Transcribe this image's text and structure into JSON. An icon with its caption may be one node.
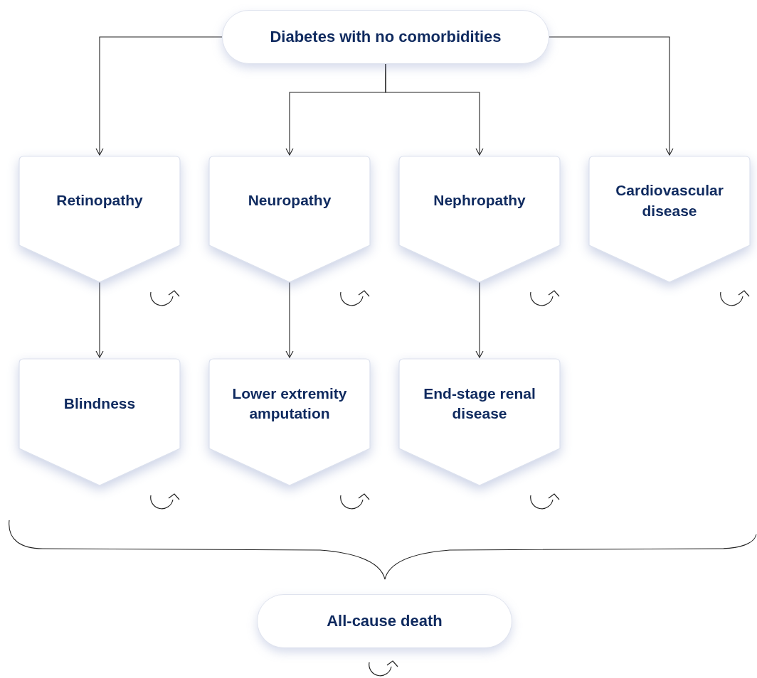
{
  "diagram": {
    "nodes": [
      {
        "text": [
          "Diabetes with no comorbidities"
        ]
      },
      {
        "text": [
          "Retinopathy"
        ]
      },
      {
        "text": [
          "Neuropathy"
        ]
      },
      {
        "text": [
          "Nephropathy"
        ]
      },
      {
        "text": [
          "Cardiovascular disease"
        ]
      },
      {
        "text": [
          "Blindness"
        ]
      },
      {
        "text": [
          "Lower extremity amputation"
        ]
      },
      {
        "text": [
          "End-stage renal disease"
        ]
      },
      {
        "text": [
          "All-cause death"
        ]
      }
    ],
    "edges": [
      {
        "from": 0,
        "to": 1,
        "arrow": "to"
      },
      {
        "from": 0,
        "to": 2,
        "arrow": "to"
      },
      {
        "from": 0,
        "to": 3,
        "arrow": "to"
      },
      {
        "from": 0,
        "to": 4,
        "arrow": "to"
      },
      {
        "from": 1,
        "to": 5,
        "arrow": "to"
      },
      {
        "from": 2,
        "to": 6,
        "arrow": "to"
      },
      {
        "from": 3,
        "to": 7,
        "arrow": "to"
      }
    ]
  }
}
